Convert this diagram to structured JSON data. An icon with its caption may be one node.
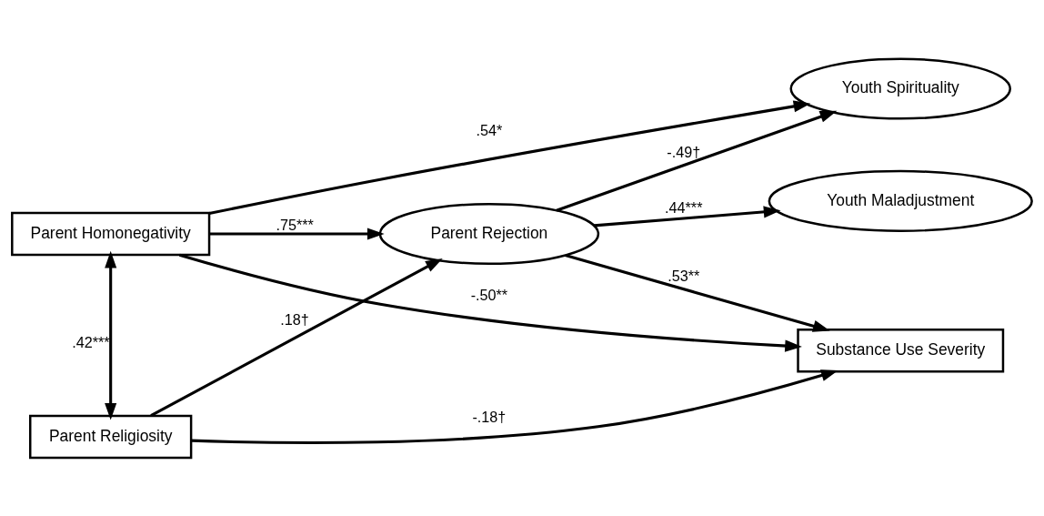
{
  "diagram": {
    "nodes": [
      {
        "text": [
          "Parent Homonegativity"
        ]
      },
      {
        "text": [
          "Parent Religiosity"
        ]
      },
      {
        "text": [
          "Parent Rejection"
        ]
      },
      {
        "text": [
          "Youth Maladjustment"
        ]
      },
      {
        "text": [
          "Substance Use Severity"
        ]
      },
      {
        "text": [
          "Youth Spirituality"
        ]
      }
    ],
    "edges": [
      {
        "from": 0,
        "to": 1,
        "arrow": "both",
        "label": ".42***"
      },
      {
        "from": 0,
        "to": 2,
        "arrow": "to",
        "label": ".75***"
      },
      {
        "from": 0,
        "to": 4,
        "arrow": "to",
        "label": "-.50**"
      },
      {
        "from": 0,
        "to": 5,
        "arrow": "to",
        "label": ".54*"
      },
      {
        "from": 1,
        "to": 2,
        "arrow": "to",
        "label": ".18†"
      },
      {
        "from": 1,
        "to": 4,
        "arrow": "to",
        "label": "-.18†"
      },
      {
        "from": 2,
        "to": 3,
        "arrow": "to",
        "label": ".44***"
      },
      {
        "from": 2,
        "to": 4,
        "arrow": "to",
        "label": ".53**"
      },
      {
        "from": 2,
        "to": 5,
        "arrow": "to",
        "label": "-.49†"
      }
    ]
  }
}
